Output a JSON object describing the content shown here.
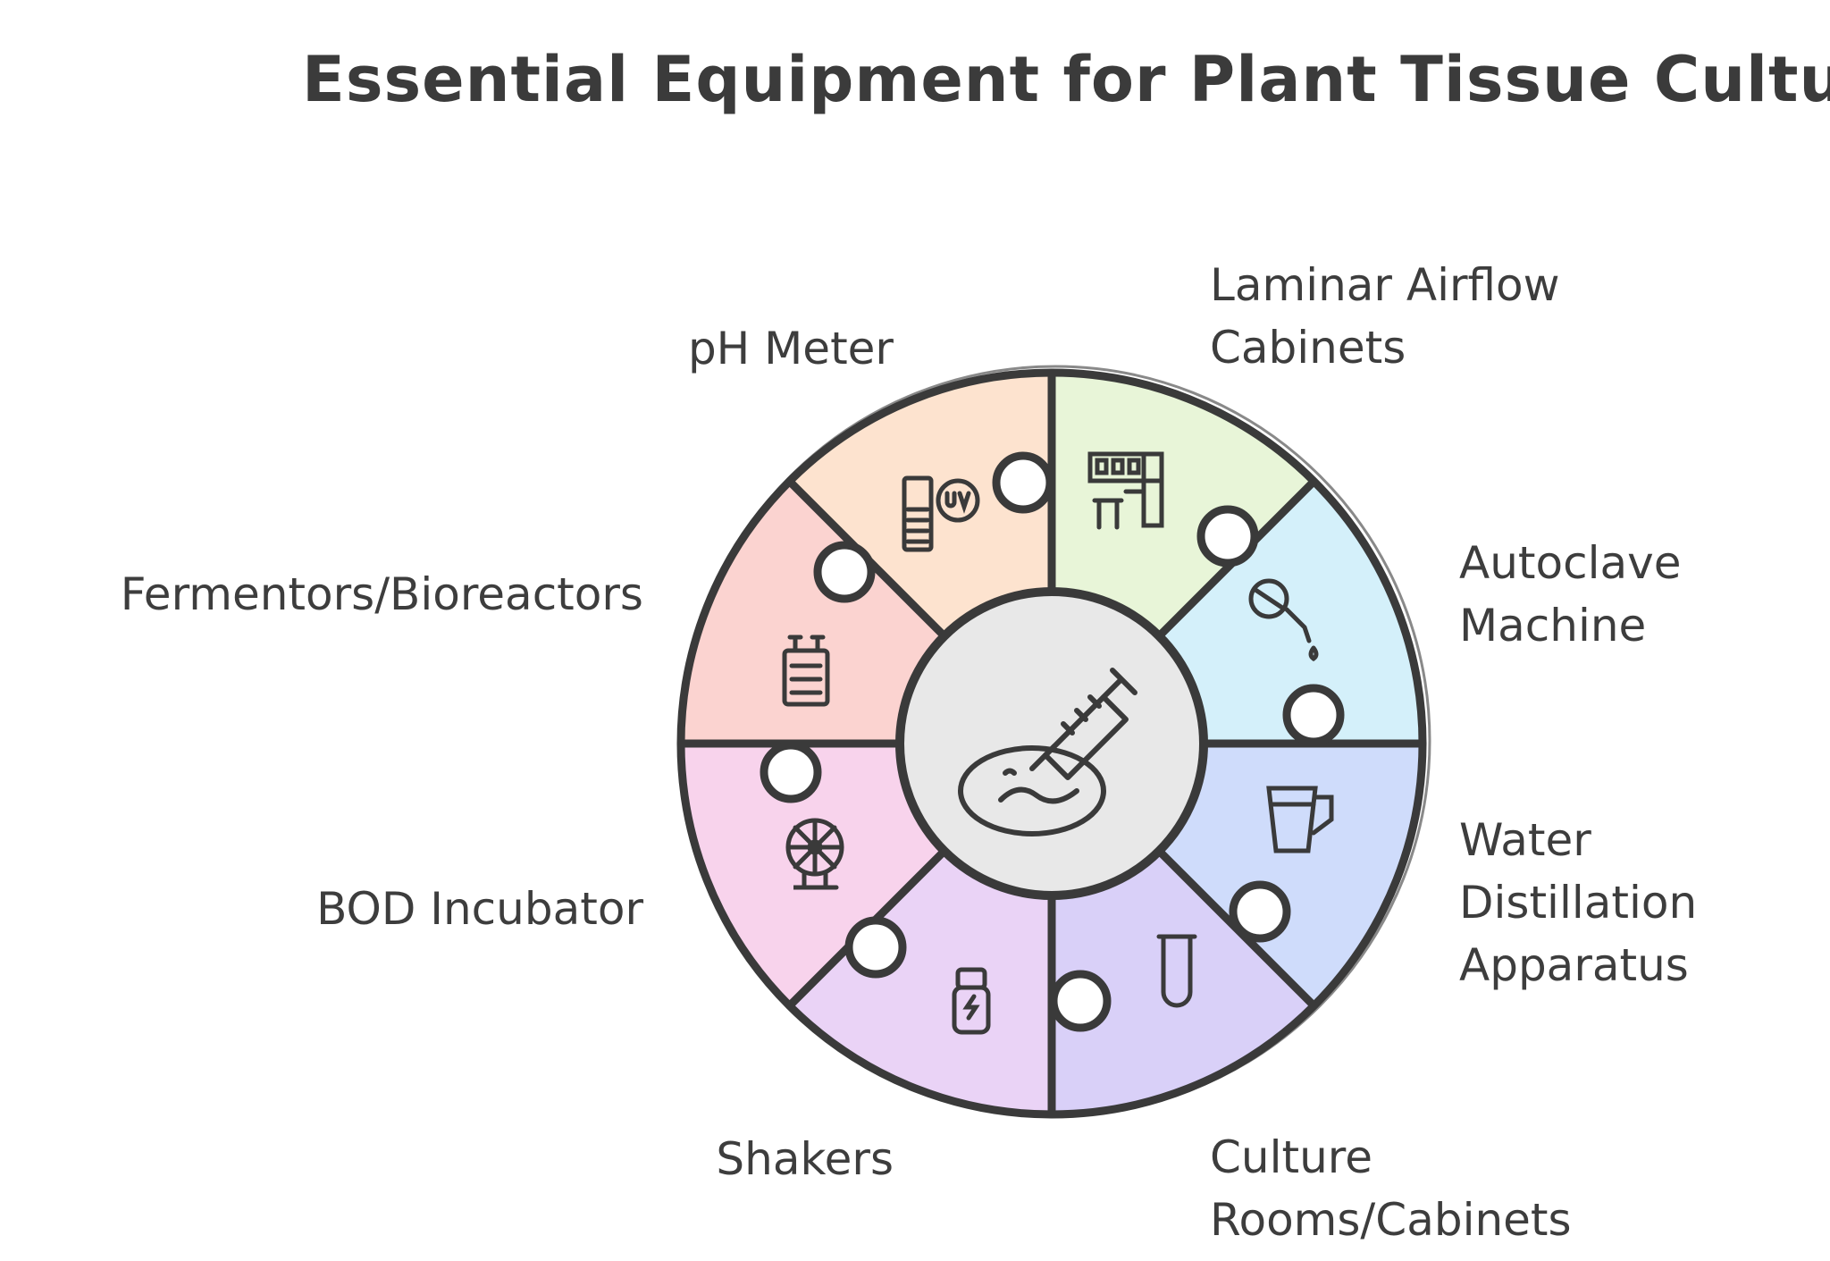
{
  "title": "Essential Equipment for Plant Tissue Culture",
  "segments": [
    {
      "lines": [
        "Laminar Airflow",
        "Cabinets"
      ],
      "color": "#e8f5d8",
      "icon": "laminar-cabinet-icon"
    },
    {
      "lines": [
        "Autoclave",
        "Machine"
      ],
      "color": "#d4f0fa",
      "icon": "autoclave-icon"
    },
    {
      "lines": [
        "Water",
        "Distillation",
        "Apparatus"
      ],
      "color": "#cfdcfb",
      "icon": "measuring-jug-icon"
    },
    {
      "lines": [
        "Culture",
        "Rooms/Cabinets"
      ],
      "color": "#d9d0f8",
      "icon": "test-tube-icon"
    },
    {
      "lines": [
        "Shakers"
      ],
      "color": "#ead3f6",
      "icon": "shaker-bottle-icon"
    },
    {
      "lines": [
        "BOD Incubator"
      ],
      "color": "#f8d3ec",
      "icon": "incubator-fan-icon"
    },
    {
      "lines": [
        "Fermentors/Bioreactors"
      ],
      "color": "#fbd3d0",
      "icon": "bioreactor-icon"
    },
    {
      "lines": [
        "pH Meter"
      ],
      "color": "#fde3cf",
      "icon": "ph-meter-icon"
    }
  ],
  "center": {
    "color": "#e8e8e8",
    "icon": "syringe-petri-dish-icon"
  }
}
